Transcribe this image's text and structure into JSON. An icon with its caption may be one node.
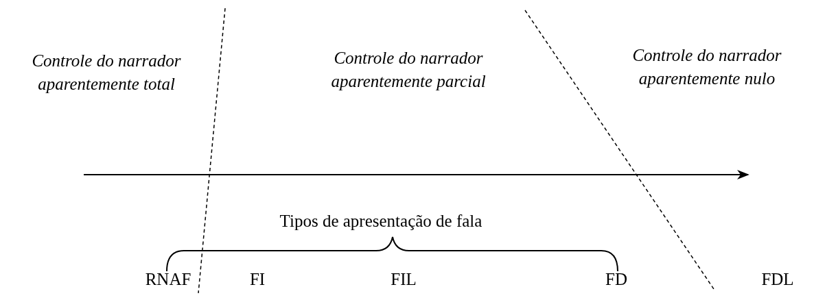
{
  "diagram": {
    "labels": [
      "Controle do narrador aparentemente total",
      "Controle do narrador aparentemente parcial",
      "Controle do narrador aparentemente nulo",
      "Tipos de apresentação de fala",
      "RNAF",
      "FI",
      "FIL",
      "FD",
      "FDL"
    ]
  }
}
